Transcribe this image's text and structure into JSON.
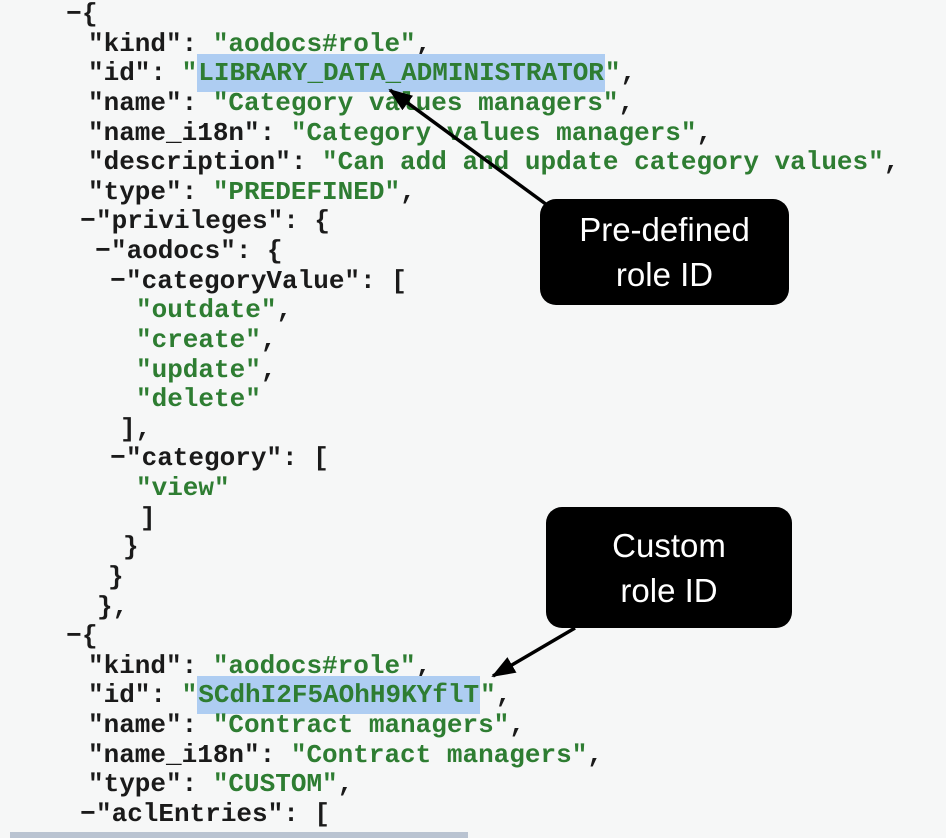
{
  "colors": {
    "background": "#f6f7f7",
    "json_key": "#1a1a1a",
    "json_string": "#2e7d32",
    "id_highlight": "#aecdf2",
    "callout_bg": "#000000",
    "callout_text": "#ffffff",
    "arrow": "#000000",
    "cutoff_strip": "#b9c3d1"
  },
  "callouts": [
    {
      "name": "predefined-role-id",
      "lines": [
        "Pre-defined",
        "role ID"
      ]
    },
    {
      "name": "custom-role-id",
      "lines": [
        "Custom",
        "role ID"
      ]
    }
  ],
  "json_lines": [
    {
      "indent": 66,
      "segments": [
        {
          "c": "m",
          "t": "−"
        },
        {
          "c": "p",
          "t": "{"
        }
      ]
    },
    {
      "indent": 88,
      "segments": [
        {
          "c": "p",
          "t": "\"kind\": "
        },
        {
          "c": "g",
          "t": "\"aodocs#role\""
        },
        {
          "c": "p",
          "t": ","
        }
      ]
    },
    {
      "indent": 88,
      "segments": [
        {
          "c": "p",
          "t": "\"id\": "
        },
        {
          "c": "g",
          "t": "\""
        },
        {
          "c": "h",
          "t": "LIBRARY_DATA_ADMINISTRATOR"
        },
        {
          "c": "g",
          "t": "\""
        },
        {
          "c": "p",
          "t": ","
        }
      ]
    },
    {
      "indent": 88,
      "segments": [
        {
          "c": "p",
          "t": "\"name\": "
        },
        {
          "c": "g",
          "t": "\"Category values managers\""
        },
        {
          "c": "p",
          "t": ","
        }
      ]
    },
    {
      "indent": 88,
      "segments": [
        {
          "c": "p",
          "t": "\"name_i18n\": "
        },
        {
          "c": "g",
          "t": "\"Category values managers\""
        },
        {
          "c": "p",
          "t": ","
        }
      ]
    },
    {
      "indent": 88,
      "segments": [
        {
          "c": "p",
          "t": "\"description\": "
        },
        {
          "c": "g",
          "t": "\"Can add and update category values\""
        },
        {
          "c": "p",
          "t": ","
        }
      ]
    },
    {
      "indent": 88,
      "segments": [
        {
          "c": "p",
          "t": "\"type\": "
        },
        {
          "c": "g",
          "t": "\"PREDEFINED\""
        },
        {
          "c": "p",
          "t": ","
        }
      ]
    },
    {
      "indent": 80,
      "segments": [
        {
          "c": "m",
          "t": "−"
        },
        {
          "c": "p",
          "t": "\"privileges\": {"
        }
      ]
    },
    {
      "indent": 95,
      "segments": [
        {
          "c": "m",
          "t": "−"
        },
        {
          "c": "p",
          "t": "\"aodocs\": {"
        }
      ]
    },
    {
      "indent": 110,
      "segments": [
        {
          "c": "m",
          "t": "−"
        },
        {
          "c": "p",
          "t": "\"categoryValue\": ["
        }
      ]
    },
    {
      "indent": 136,
      "segments": [
        {
          "c": "g",
          "t": "\"outdate\""
        },
        {
          "c": "p",
          "t": ","
        }
      ]
    },
    {
      "indent": 136,
      "segments": [
        {
          "c": "g",
          "t": "\"create\""
        },
        {
          "c": "p",
          "t": ","
        }
      ]
    },
    {
      "indent": 136,
      "segments": [
        {
          "c": "g",
          "t": "\"update\""
        },
        {
          "c": "p",
          "t": ","
        }
      ]
    },
    {
      "indent": 136,
      "segments": [
        {
          "c": "g",
          "t": "\"delete\""
        }
      ]
    },
    {
      "indent": 120,
      "segments": [
        {
          "c": "p",
          "t": "],"
        }
      ]
    },
    {
      "indent": 110,
      "segments": [
        {
          "c": "m",
          "t": "−"
        },
        {
          "c": "p",
          "t": "\"category\": ["
        }
      ]
    },
    {
      "indent": 136,
      "segments": [
        {
          "c": "g",
          "t": "\"view\""
        }
      ]
    },
    {
      "indent": 140,
      "segments": [
        {
          "c": "p",
          "t": "]"
        }
      ]
    },
    {
      "indent": 123,
      "segments": [
        {
          "c": "p",
          "t": "}"
        }
      ]
    },
    {
      "indent": 108,
      "segments": [
        {
          "c": "p",
          "t": "}"
        }
      ]
    },
    {
      "indent": 97,
      "segments": [
        {
          "c": "p",
          "t": "},"
        }
      ]
    },
    {
      "indent": 66,
      "segments": [
        {
          "c": "m",
          "t": "−"
        },
        {
          "c": "p",
          "t": "{"
        }
      ]
    },
    {
      "indent": 88,
      "segments": [
        {
          "c": "p",
          "t": "\"kind\": "
        },
        {
          "c": "g",
          "t": "\"aodocs#role\""
        },
        {
          "c": "p",
          "t": ","
        }
      ]
    },
    {
      "indent": 88,
      "segments": [
        {
          "c": "p",
          "t": "\"id\": "
        },
        {
          "c": "g",
          "t": "\""
        },
        {
          "c": "h",
          "t": "SCdhI2F5AOhH9KYflT"
        },
        {
          "c": "g",
          "t": "\""
        },
        {
          "c": "p",
          "t": ","
        }
      ]
    },
    {
      "indent": 88,
      "segments": [
        {
          "c": "p",
          "t": "\"name\": "
        },
        {
          "c": "g",
          "t": "\"Contract managers\""
        },
        {
          "c": "p",
          "t": ","
        }
      ]
    },
    {
      "indent": 88,
      "segments": [
        {
          "c": "p",
          "t": "\"name_i18n\": "
        },
        {
          "c": "g",
          "t": "\"Contract managers\""
        },
        {
          "c": "p",
          "t": ","
        }
      ]
    },
    {
      "indent": 88,
      "segments": [
        {
          "c": "p",
          "t": "\"type\": "
        },
        {
          "c": "g",
          "t": "\"CUSTOM\""
        },
        {
          "c": "p",
          "t": ","
        }
      ]
    },
    {
      "indent": 80,
      "segments": [
        {
          "c": "m",
          "t": "−"
        },
        {
          "c": "p",
          "t": "\"aclEntries\": ["
        }
      ]
    }
  ]
}
